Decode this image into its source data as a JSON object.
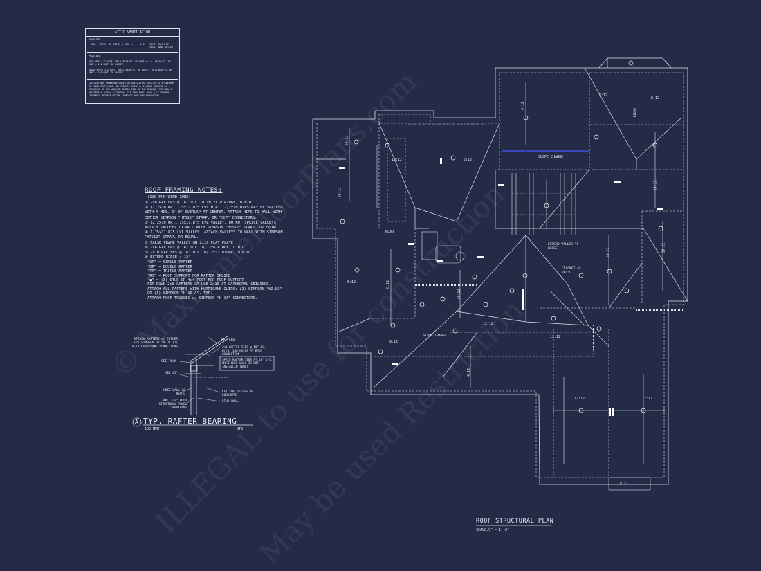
{
  "attic_ventilation": {
    "title": "ATTIC VENTILATION",
    "required_label": "REQUIRED",
    "required_value": "540",
    "required_text": "SQFT. OF ATTIC / 300 =",
    "required_result": "1.8",
    "required_tail": "SQFT. EACH OF INLET AND OUTLET",
    "provided_label": "PROVIDED",
    "roof_vent_line": "ROOF VENT: 37 SQFT. PER LINEAR FT. OF VENT  x 6.0 LINEAR FT. OF VENT = 1.4 SQFT. OF OUTLET",
    "ridge_vent_line": "RIDGE VENT: 1.5 SQFT. PER LINEAR FT. OF VENT  x 10 LINEAR FT. OF VENT = 1.6 SQFT. OF OUTLET",
    "note": "CALCULATIONS SHOWN ARE BASED ON VENTILATORS LOCATED AT A MINIMUM OF THREE FEET ABOVE THE CORNICE VENTS or A VAPOR BARRIER IS INSTALLED ON THE WARM-IN-WINTER SIDE OF THE CEILING (SEE R806.2 RESIDENTIAL CODE). CATHEDRAL CEILINGS SHALL HAVE A 1\" MINIMUM CLEARANCE BETWEEN BOTTOM CHORD OF ROOF AND INSULATION"
  },
  "roof_framing_notes": {
    "title": "ROOF FRAMING NOTES:",
    "zone": "(130 MPH WIND ZONE)",
    "items": [
      "① 2x8 RAFTERS @ 16\" O.C. WITH 2X10 RIDGE, U.N.O.",
      "② (2)2x10 OR 1.75x11.875 LVL HIP. (2)2x10 HIPS MAY BE SPLICED WITH A MIN. 6'-0\" OVERLAP AT CENTER. ATTACH HIPS TO WALL WITH EITHER SIMPSON \"HTS12\" STRAP, OR \"HCP\" CONNECTORS.",
      "③ (2)2x10 OR 1.75x11.875 LVL VALLEY. DO NOT SPLICE VALLEYS. ATTACH VALLEYS TO WALL WITH SIMPSON \"HTS12\" STRAP, OR EQUAL.",
      "④ 1.75x11.875 LVL VALLEY. ATTACH VALLEYS TO WALL WITH SIMPSON \"HTS12\" STRAP, OR EQUAL.",
      "⑤ FALSE FRAME VALLEY ON 2x10 FLAT PLATE",
      "⑥ 2x6 RAFTERS @ 16\" O.C. W/ 2x8 RIDGE, U.N.O.",
      "⑦ 2x10 RAFTERS @ 16\" O.C. W/ 2x12 RIDGE, U.N.O.",
      "⑧ EXTEND RIDGE : 12\""
    ],
    "legend": [
      "\"SR\" = SINGLE RAFTER",
      "\"DR\" = DOUBLE RAFTER",
      "\"TR\" = TRIPLE RAFTER",
      "\"RS\" = ROOF SUPPORT FOR RAFTER SPLICE",
      "\"●\" = (3) STUD OR 4x4 POST FOR ROOF SUPPORT",
      "FIR DOWN 2x8 RAFTERS OR USE 2x10 AT CATHEDRAL CEILINGS.",
      "ATTACH ALL RAFTERS WITH HURRICANE CLIPS: (2) SIMPSON \"H2.5A\" OR (1) SIMPSON \"H-10 A\". TYP.",
      "ATTACH ROOF TRUSSES w/ SIMPSON \"H-14\" CONNECTORS."
    ]
  },
  "detail": {
    "labels": {
      "attach": "ATTACH RAFTERS w/ EITHER (2) SIMPSON H2.5A OR (1) H-10 HURRICANE CONNECTORS",
      "rafters": "RAFTERS",
      "ties": "2x4 RAFTER TIES @ 16\" OC. W/(4) 16d NAILS AT EACH CONNECTION",
      "space": "SPACE RAFTER TIES AT 48\" O.C. WHEN KNEE WALL IS NOT INSTALLED (UNO)",
      "see_plan": "SEE PLAN",
      "min45": "MIN 45°",
      "knee": "KNEE WALL AS REQ'D",
      "osb": "NOM. 3/8\" WOOD STRUCTURAL PANEL SHEATHING",
      "ceiling": "CEILING JOISTS OR LOOKOUTS",
      "stud": "STUD WALL"
    },
    "tag": "A",
    "title": "TYP. RAFTER BEARING",
    "subtitle": "130 MPH",
    "scale": "NTS"
  },
  "plan": {
    "title": "ROOF STRUCTURAL PLAN",
    "scale": "SCALE:¼\" = 1'-0\"",
    "labels": {
      "slope_change_top": "SLOPE CHANGE",
      "slope_change_left": "SLOPE CHANGE",
      "extend_valley": "EXTEND VALLEY TO RIDGE",
      "cricket": "CRICKET AS REQ'D",
      "ridge_left": "RIDGE",
      "ridge_top": "RIDGE"
    },
    "pitches": [
      "8:12",
      "8:12",
      "4:12",
      "10:12",
      "10:12",
      "6:12",
      "10:12",
      "10:12",
      "10:12",
      "10:12",
      "6:12",
      "10:12",
      "6:12",
      "12:12",
      "12:12",
      "12:12",
      "12:12",
      "4:12",
      "6:12",
      "8:12"
    ]
  },
  "watermark": {
    "line1": "© MaxHomeFloorPlans.com",
    "line2": "ILLEGAL to use for construction",
    "line3": "May be used Restriction"
  },
  "colors": {
    "background": "#242b47",
    "line": "#e6e9f3",
    "accent_blue": "#3d4fd6"
  }
}
